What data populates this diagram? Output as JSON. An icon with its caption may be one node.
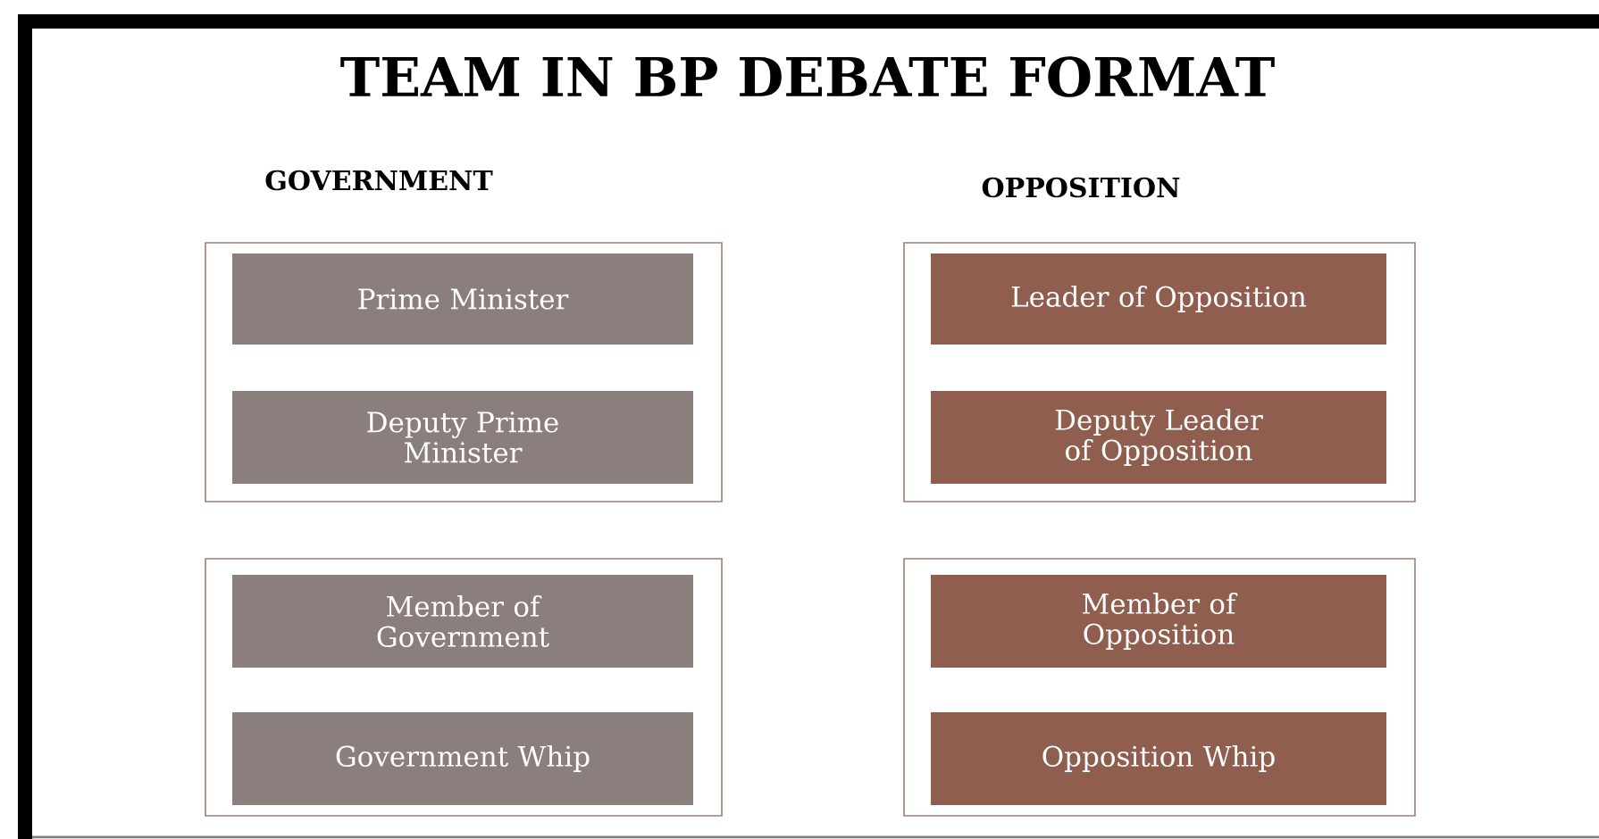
{
  "diagram": {
    "title": "TEAM IN BP DEBATE FORMAT",
    "nodes": [
      {
        "text": [],
        "shape": "box"
      },
      {
        "text": [
          "Prime Minister"
        ],
        "in": 0
      },
      {
        "text": [
          "Deputy Prime Minister"
        ],
        "in": 0
      },
      {
        "text": [],
        "shape": "box"
      },
      {
        "text": [
          "Leader of Opposition"
        ],
        "in": 3
      },
      {
        "text": [
          "Deputy Leader of Opposition"
        ],
        "in": 3
      },
      {
        "text": [],
        "shape": "box"
      },
      {
        "text": [
          "Member of Government"
        ],
        "in": 6
      },
      {
        "text": [
          "Government Whip"
        ],
        "in": 6
      },
      {
        "text": [],
        "shape": "box"
      },
      {
        "text": [
          "Member of Opposition"
        ],
        "in": 9
      },
      {
        "text": [
          "Opposition Whip"
        ],
        "in": 9
      }
    ],
    "labels": [
      "GOVERNMENT",
      "OPPOSITION"
    ]
  }
}
